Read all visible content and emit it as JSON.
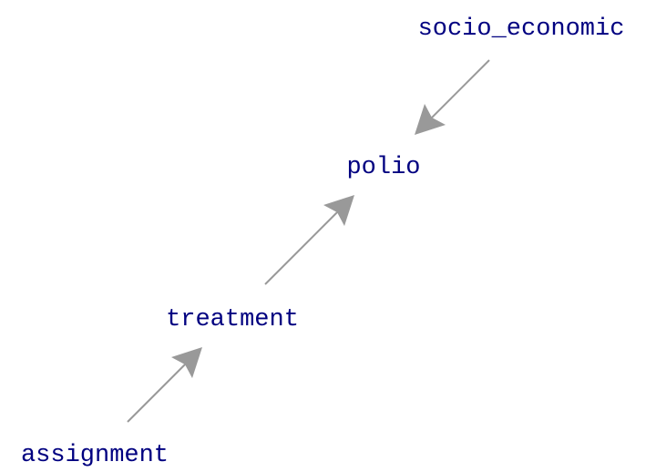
{
  "colors": {
    "node_text": "#000080",
    "edge": "#999999",
    "background": "#ffffff"
  },
  "nodes": {
    "socio_economic": "socio_economic",
    "polio": "polio",
    "treatment": "treatment",
    "assignment": "assignment"
  },
  "edges": [
    {
      "from": "socio_economic",
      "to": "polio"
    },
    {
      "from": "treatment",
      "to": "polio"
    },
    {
      "from": "assignment",
      "to": "treatment"
    }
  ]
}
